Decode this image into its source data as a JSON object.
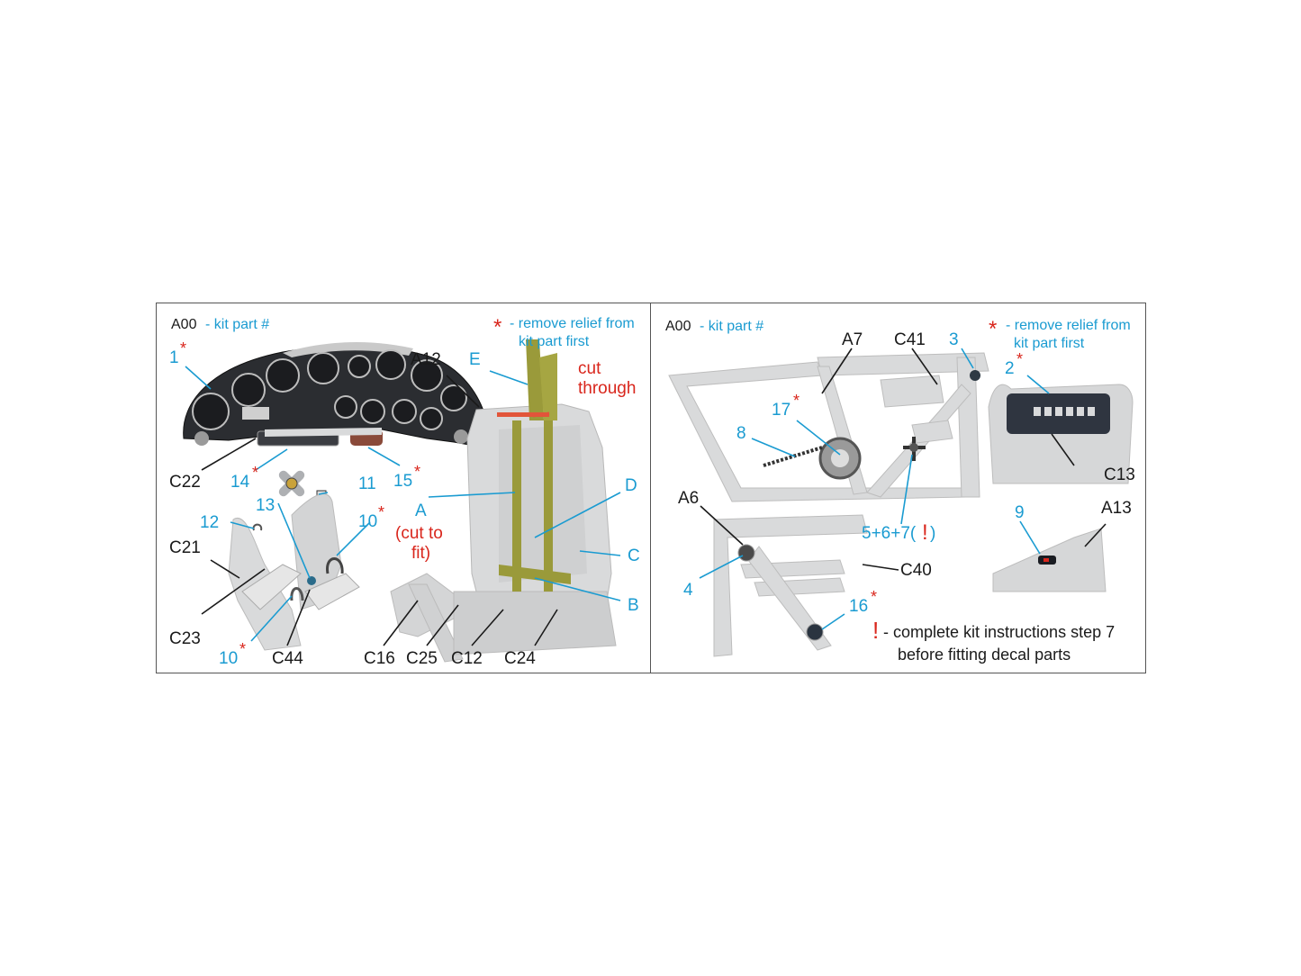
{
  "legend": {
    "code": "A00",
    "kit_part": "- kit part #",
    "star": "*",
    "remove_line1": "- remove relief from",
    "remove_line2": "kit part first"
  },
  "left_panel": {
    "labels": {
      "n1": "1",
      "n14": "14",
      "n15": "15",
      "n13": "13",
      "n11": "11",
      "n12": "12",
      "n10a": "10",
      "n10b": "10",
      "c22": "C22",
      "c21": "C21",
      "c23": "C23",
      "c44": "C44",
      "c16": "C16",
      "c25": "C25",
      "c12": "C12",
      "c24": "C24",
      "a12": "A12",
      "e": "E",
      "d": "D",
      "c": "C",
      "b": "B",
      "a": "A",
      "cut_line1": "cut",
      "cut_line2": "through",
      "fit_line1": "(cut to",
      "fit_line2": "fit)"
    }
  },
  "right_panel": {
    "labels": {
      "a7": "A7",
      "c41": "C41",
      "n3": "3",
      "n2": "2",
      "n17": "17",
      "n8": "8",
      "c13": "C13",
      "a6": "A6",
      "n5": "5+6+7(",
      "excl": "!",
      "close": ")",
      "n9": "9",
      "a13": "A13",
      "n4": "4",
      "c40": "C40",
      "n16": "16"
    },
    "note": {
      "mark": "!",
      "line1": "- complete kit instructions step 7",
      "line2": "before fitting decal parts"
    }
  },
  "colors": {
    "blue": "#1a9bd1",
    "red": "#d9261c",
    "black": "#1a1a1a",
    "plastic": "#d9dadb",
    "strap": "#9a9a3a"
  }
}
